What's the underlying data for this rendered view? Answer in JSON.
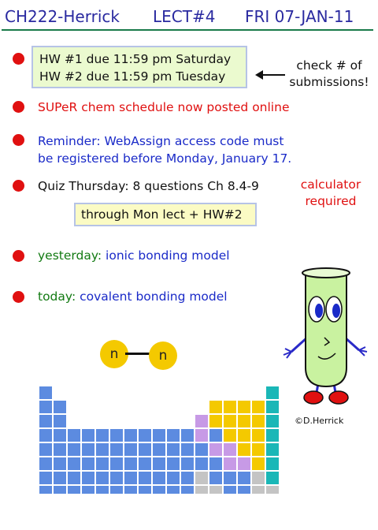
{
  "header": {
    "course": "CH222-Herrick",
    "lecture": "LECT#4",
    "date": "FRI 07-JAN-11"
  },
  "items": [
    {
      "line1": "HW #1 due 11:59 pm Saturday",
      "line2": "HW #2 due 11:59 pm Tuesday"
    },
    {
      "text": "SUPeR chem schedule now posted online"
    },
    {
      "line1": "Reminder:  WebAssign access code must",
      "line2": "be registered before Monday, January 17."
    },
    {
      "text": "Quiz Thursday: 8 questions Ch 8.4-9",
      "box": "through Mon lect + HW#2"
    },
    {
      "label": "yesterday:",
      "text": "ionic bonding model"
    },
    {
      "label": "today:",
      "text": "covalent bonding model"
    }
  ],
  "notes": {
    "check_line1": "check # of",
    "check_line2": "submissions!",
    "calc_line1": "calculator",
    "calc_line2": "required"
  },
  "atoms": {
    "left": "n",
    "right": "n"
  },
  "credit": "©D.Herrick",
  "colors": {
    "heading_blue": "#2a2aa0",
    "text_blue": "#1a2ac8",
    "alert_red": "#e01010",
    "label_green": "#127a12",
    "atom_yellow": "#f4c900",
    "pt_blue": "#5c8be0",
    "pt_purple": "#c79ae6",
    "pt_yellow": "#f4c900",
    "pt_teal": "#1ab7b7",
    "pt_gray": "#c4c4c4"
  }
}
